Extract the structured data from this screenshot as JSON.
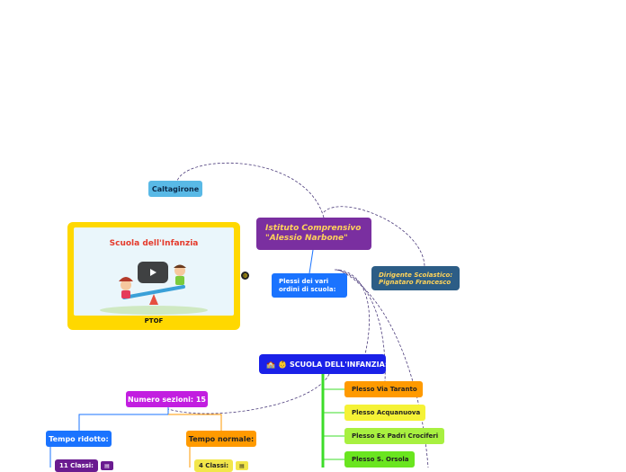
{
  "nodes": {
    "caltagirone": "Caltagirone",
    "istituto_line1": "Istituto Comprensivo",
    "istituto_line2": "\"Alessio Narbone\"",
    "dirigente_line1": "Dirigente Scolastico:",
    "dirigente_line2": "Pignataro Francesco",
    "plessi_line1": "Plessi dei vari",
    "plessi_line2": "ordini di scuola:",
    "infanzia": "SCUOLA DELL'INFANZIA:",
    "numero_sezioni": "Numero sezioni: 15",
    "tempo_ridotto": "Tempo ridotto:",
    "tempo_normale": "Tempo normale:",
    "classi_11": "11 Classi:",
    "classi_4": "4 Classi:"
  },
  "plessi": [
    "Plesso Via Taranto",
    "Plesso Acquanuova",
    "Plesso Ex Padri Crociferi",
    "Plesso S. Orsola"
  ],
  "video": {
    "title": "Scuola dell'Infanzia",
    "caption": "PTOF"
  },
  "icons": {
    "infanzia_icons": [
      "house-icon",
      "child-icon"
    ],
    "video": "play-icon",
    "link": "globe-icon",
    "notes": "note-icon"
  },
  "colors": {
    "istituto": "#7a2fa0",
    "dirigente": "#2c5d86",
    "plessi": "#1a73ff",
    "infanzia": "#1a21e8",
    "numero_sezioni": "#c21ee0",
    "tempo_normale": "#ff9a00",
    "video_card": "#ffd800"
  }
}
